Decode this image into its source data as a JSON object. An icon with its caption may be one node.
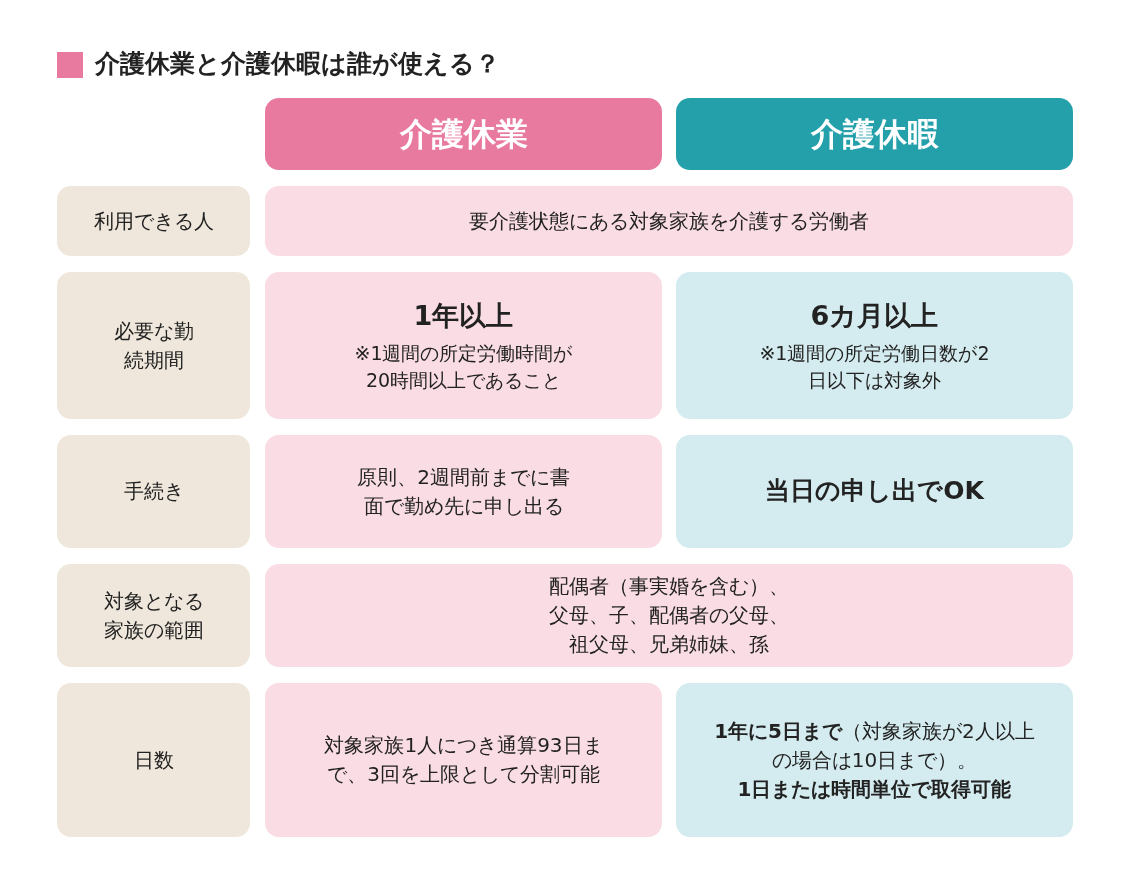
{
  "diagram": {
    "title": "介護休業と介護休暇は誰が使える？",
    "nodes": [
      {
        "text": [
          "介護休業"
        ]
      },
      {
        "text": [
          "介護休暇"
        ]
      },
      {
        "text": [
          "利用できる人"
        ]
      },
      {
        "text": [
          "要介護状態にある対象家族を介護する労働者"
        ]
      },
      {
        "text": [
          "必要な勤続期間"
        ]
      },
      {
        "text": [
          "1年以上",
          "※1週間の所定労働時間が20時間以上であること"
        ]
      },
      {
        "text": [
          "6カ月以上",
          "※1週間の所定労働日数が2日以下は対象外"
        ]
      },
      {
        "text": [
          "手続き"
        ]
      },
      {
        "text": [
          "原則、2週間前までに書面で勤め先に申し出る"
        ]
      },
      {
        "text": [
          "当日の申し出でOK"
        ]
      },
      {
        "text": [
          "対象となる家族の範囲"
        ]
      },
      {
        "text": [
          "配偶者（事実婚を含む）、父母、子、配偶者の父母、祖父母、兄弟姉妹、孫"
        ]
      },
      {
        "text": [
          "日数"
        ]
      },
      {
        "text": [
          "対象家族1人につき通算93日まで、3回を上限として分割可能"
        ]
      },
      {
        "text": [
          "**1年に5日まで**（対象家族が2人以上の場合は10日まで）。",
          "1日または時間単位で取得可能"
        ]
      }
    ]
  }
}
